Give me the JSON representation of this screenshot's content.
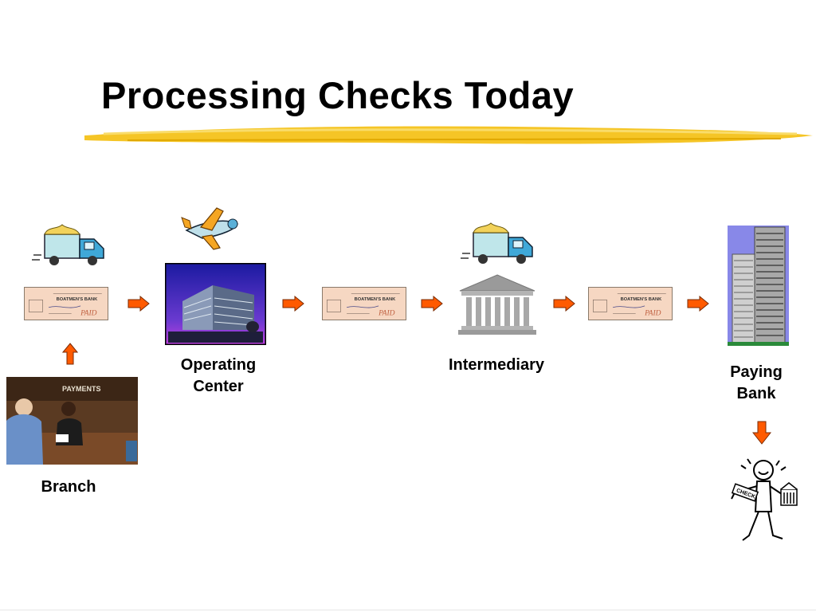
{
  "slide": {
    "title": "Processing Checks Today"
  },
  "nodes": {
    "branch": "Branch",
    "operating_center": [
      "Operating",
      "Center"
    ],
    "intermediary": "Intermediary",
    "paying_bank": [
      "Paying",
      "Bank"
    ]
  },
  "branch_photo": {
    "sign_text": "PAYMENTS"
  },
  "check_image": {
    "bank_name": "BOATMEN'S BANK",
    "stamp": "PAID"
  },
  "customer_sign": "CHECK",
  "colors": {
    "arrow_fill": "#ff5a00",
    "arrow_stroke": "#7a2a00",
    "highlight": "#f2c200"
  }
}
